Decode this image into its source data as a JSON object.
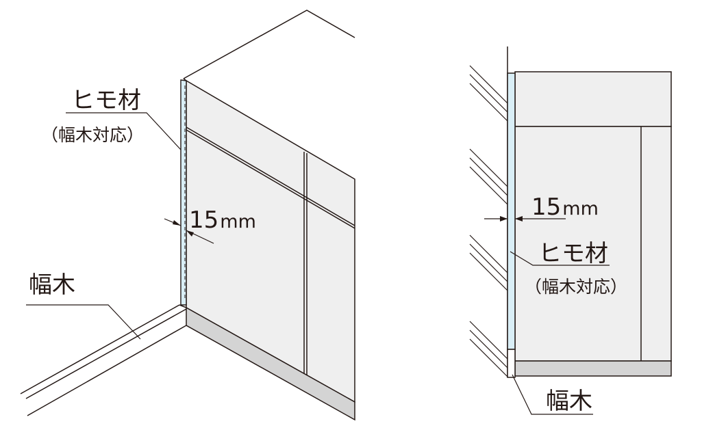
{
  "left_view": {
    "strip_label": "ヒモ材",
    "strip_sublabel": "（幅木対応）",
    "dimension_value": "15",
    "dimension_unit": "mm",
    "baseboard_label": "幅木"
  },
  "right_view": {
    "strip_label": "ヒモ材",
    "strip_sublabel": "（幅木対応）",
    "dimension_value": "15",
    "dimension_unit": "mm",
    "baseboard_label": "幅木"
  },
  "colors": {
    "panel_fill": "#efefef",
    "strip_fill": "#d9eef6",
    "baseboard_fill": "#d4d4d4",
    "line": "#231815"
  }
}
